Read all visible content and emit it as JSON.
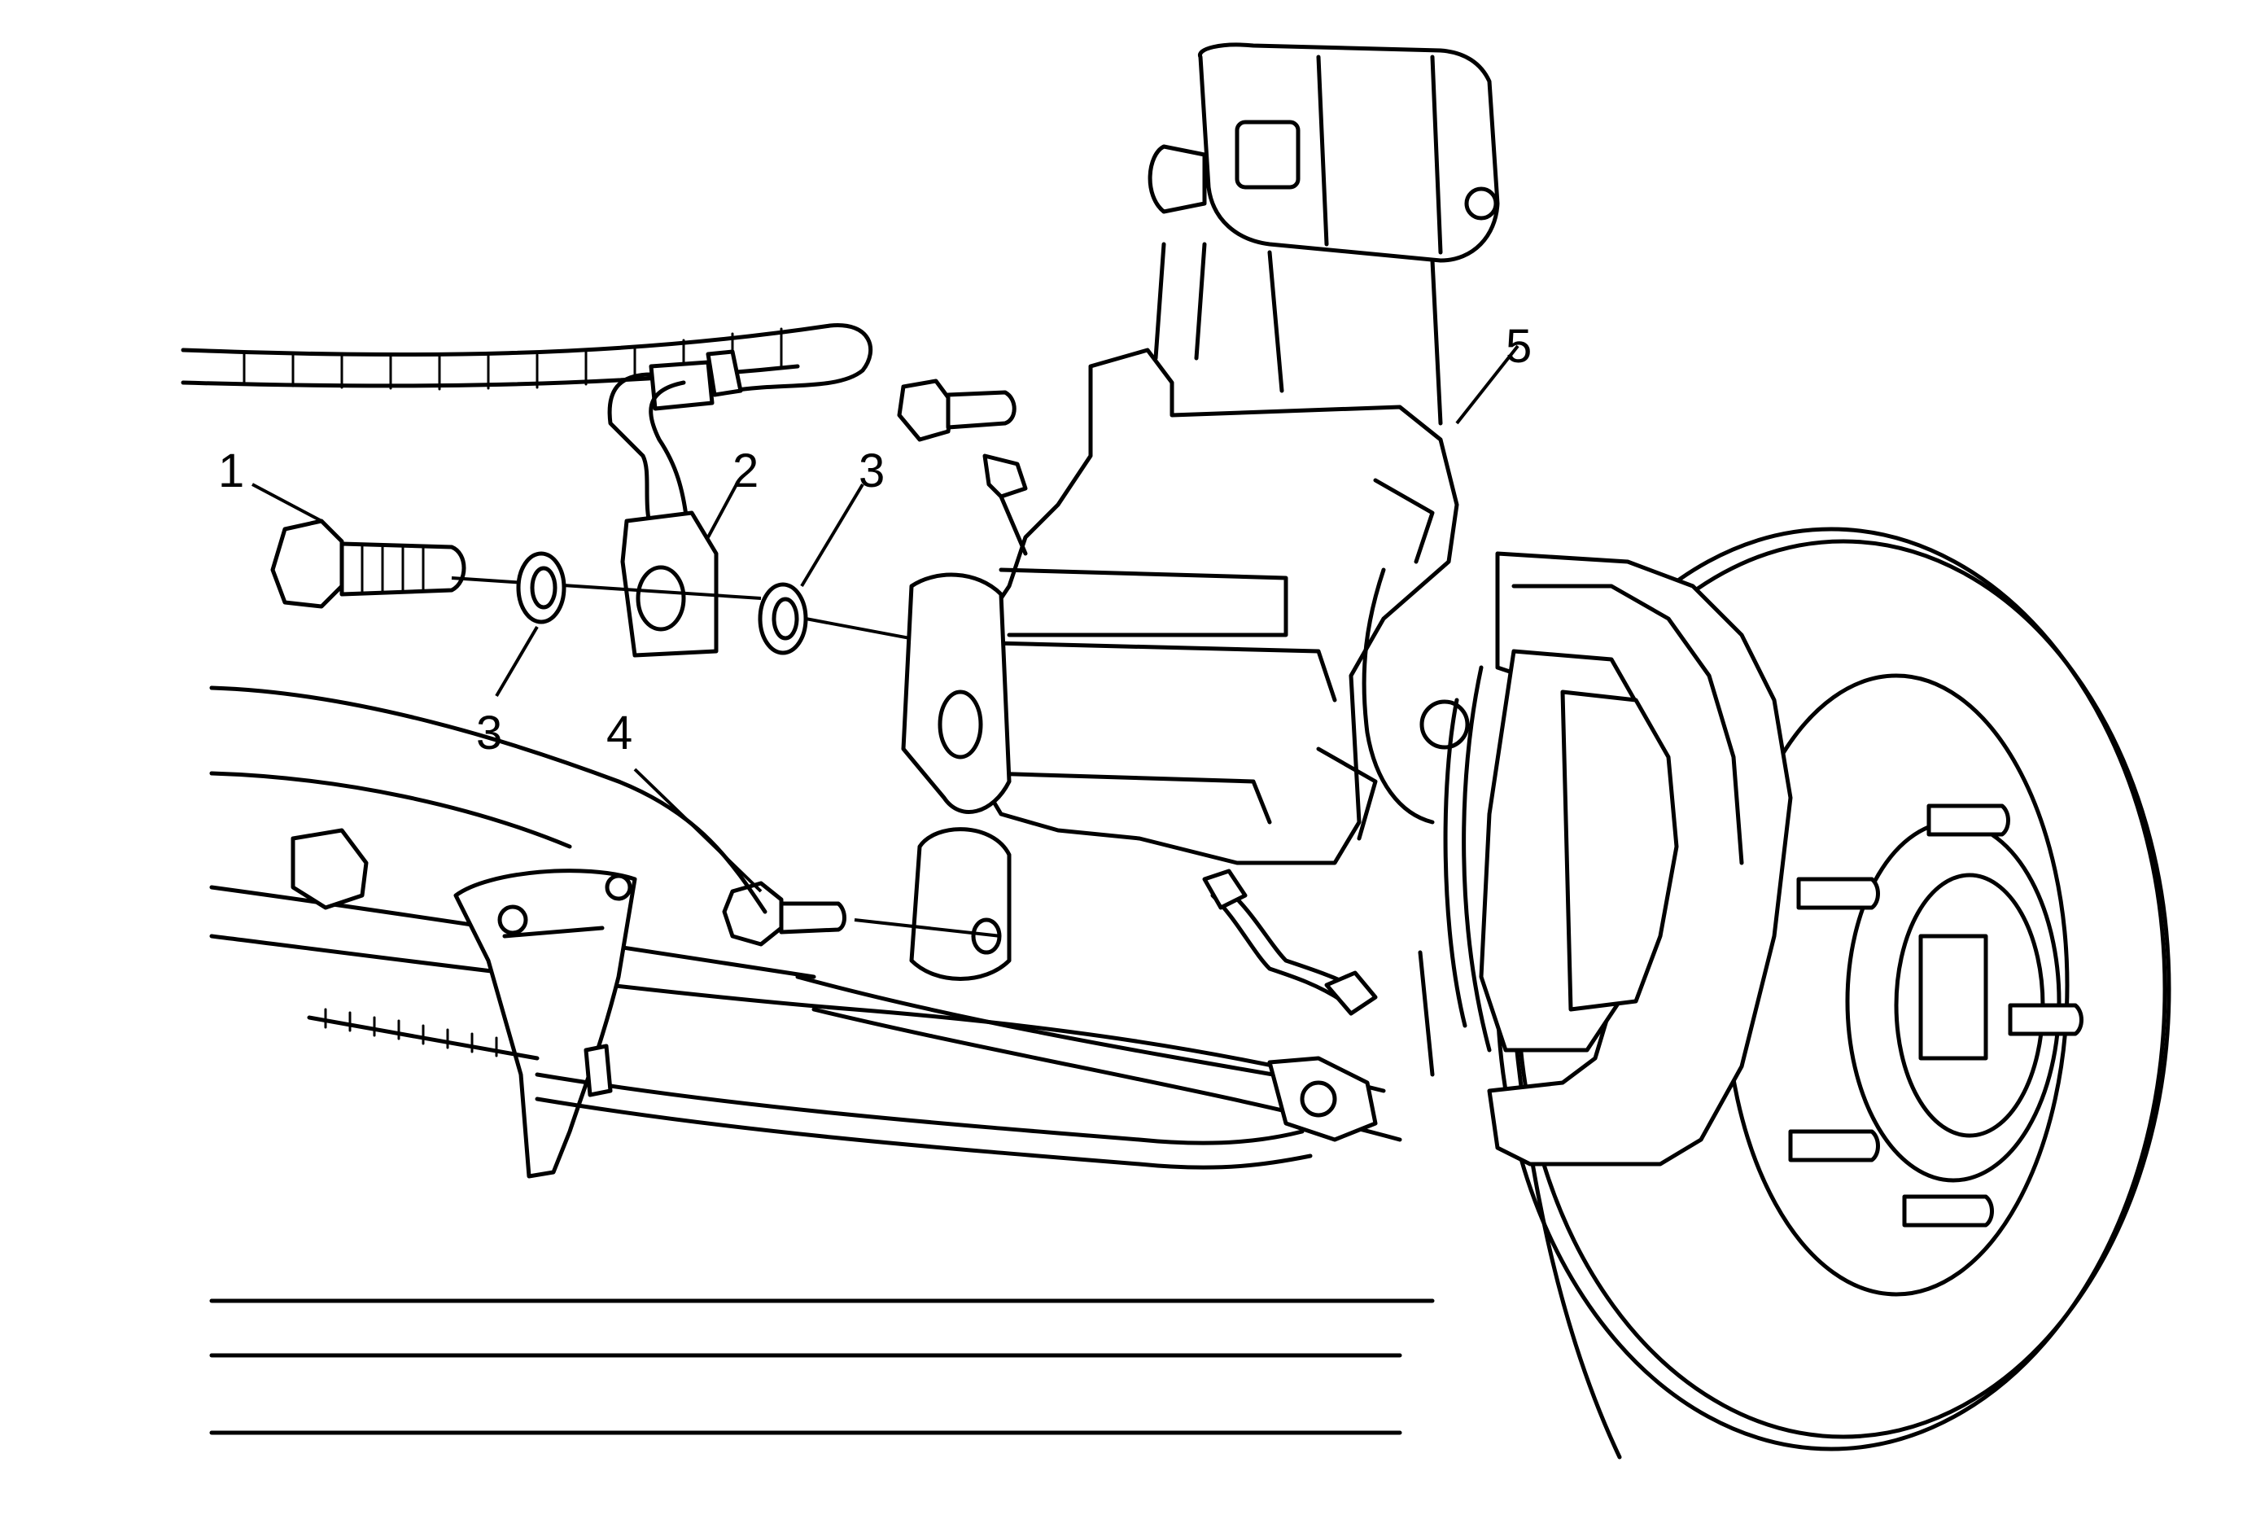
{
  "callouts": [
    {
      "id": "c1",
      "label": "1"
    },
    {
      "id": "c2",
      "label": "2"
    },
    {
      "id": "c3a",
      "label": "3"
    },
    {
      "id": "c3b",
      "label": "3"
    },
    {
      "id": "c4",
      "label": "4"
    },
    {
      "id": "c5",
      "label": "5"
    }
  ]
}
